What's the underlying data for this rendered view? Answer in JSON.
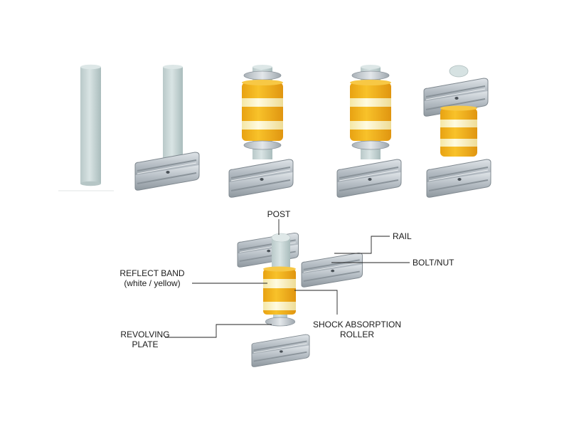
{
  "diagram": {
    "labels": {
      "post": "POST",
      "rail": "RAIL",
      "bolt_nut": "BOLT/NUT",
      "reflect_band_line1": "REFLECT BAND",
      "reflect_band_line2": "(white / yellow)",
      "shock_roller_line1": "SHOCK ABSORPTION",
      "shock_roller_line2": "ROLLER",
      "revolving_plate_line1": "REVOLVING",
      "revolving_plate_line2": "PLATE"
    },
    "colors": {
      "post": "#c9d7d7",
      "post_shade": "#a9bcbc",
      "rail": "#bfc6cc",
      "rail_dark": "#8c959c",
      "roller_yellow": "#f5b71e",
      "roller_shade": "#e49a10",
      "band_white": "#fff6c6",
      "plate": "#c9cfd4"
    },
    "steps": [
      {
        "name": "post-only",
        "icon": "post-icon"
      },
      {
        "name": "post-with-rail",
        "icon": "rail-icon"
      },
      {
        "name": "post-rail-roller",
        "icon": "roller-icon"
      },
      {
        "name": "post-rail-roller-alt",
        "icon": "roller-icon"
      },
      {
        "name": "full-assembly",
        "icon": "assembly-icon"
      }
    ]
  }
}
